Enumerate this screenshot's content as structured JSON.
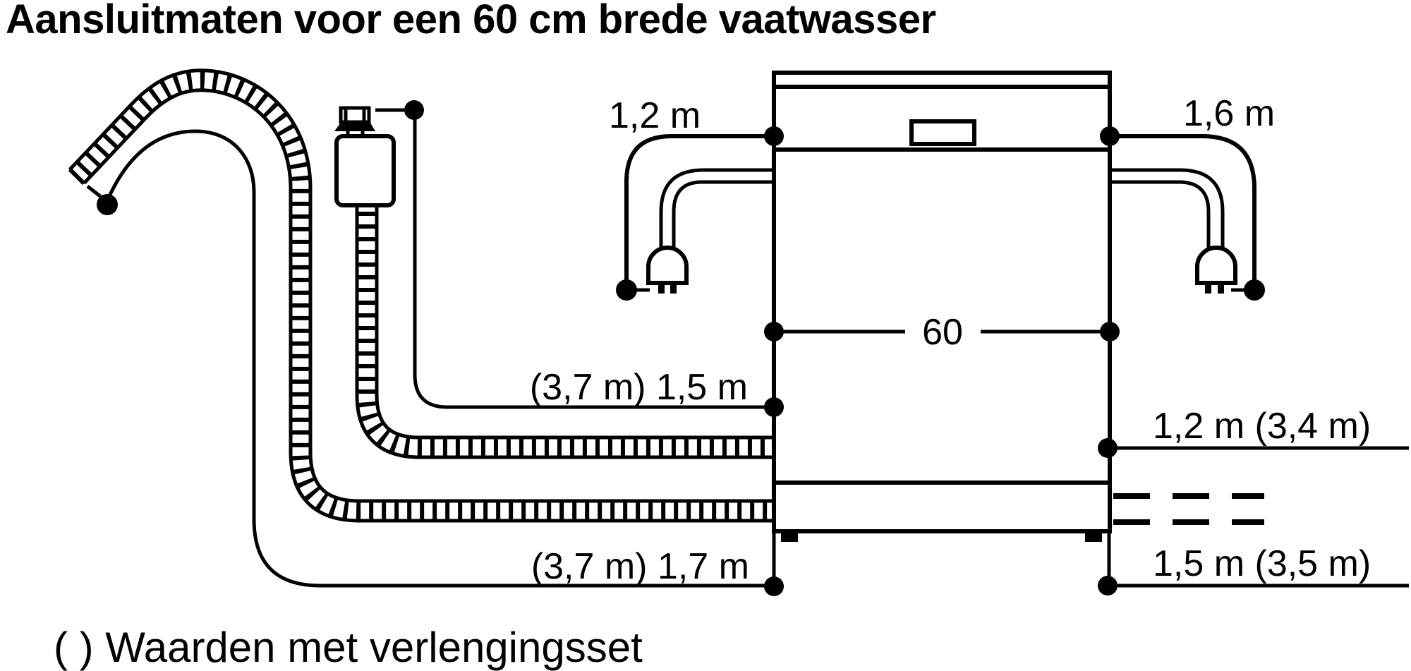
{
  "title": "Aansluitmaten voor een 60 cm brede vaatwasser",
  "footnote": "( ) Waarden met verlengingsset",
  "colors": {
    "ink": "#000000",
    "paper": "#ffffff"
  },
  "diagram": {
    "appliance": {
      "type": "dishwasher-front-view",
      "width_label": "60"
    },
    "measurements": {
      "power_cord_left": "1,2 m",
      "power_cord_right": "1,6 m",
      "supply_hose_left": "(3,7 m) 1,5 m",
      "drain_hose_left": "(3,7 m) 1,7 m",
      "supply_right": "1,2 m (3,4 m)",
      "drain_right": "1,5 m (3,5 m)"
    },
    "icons": [
      "drain-hose-icon",
      "supply-hose-icon",
      "aquastop-valve-icon",
      "power-plug-left-icon",
      "power-plug-right-icon",
      "dishwasher-icon",
      "measurement-point-dot"
    ]
  }
}
